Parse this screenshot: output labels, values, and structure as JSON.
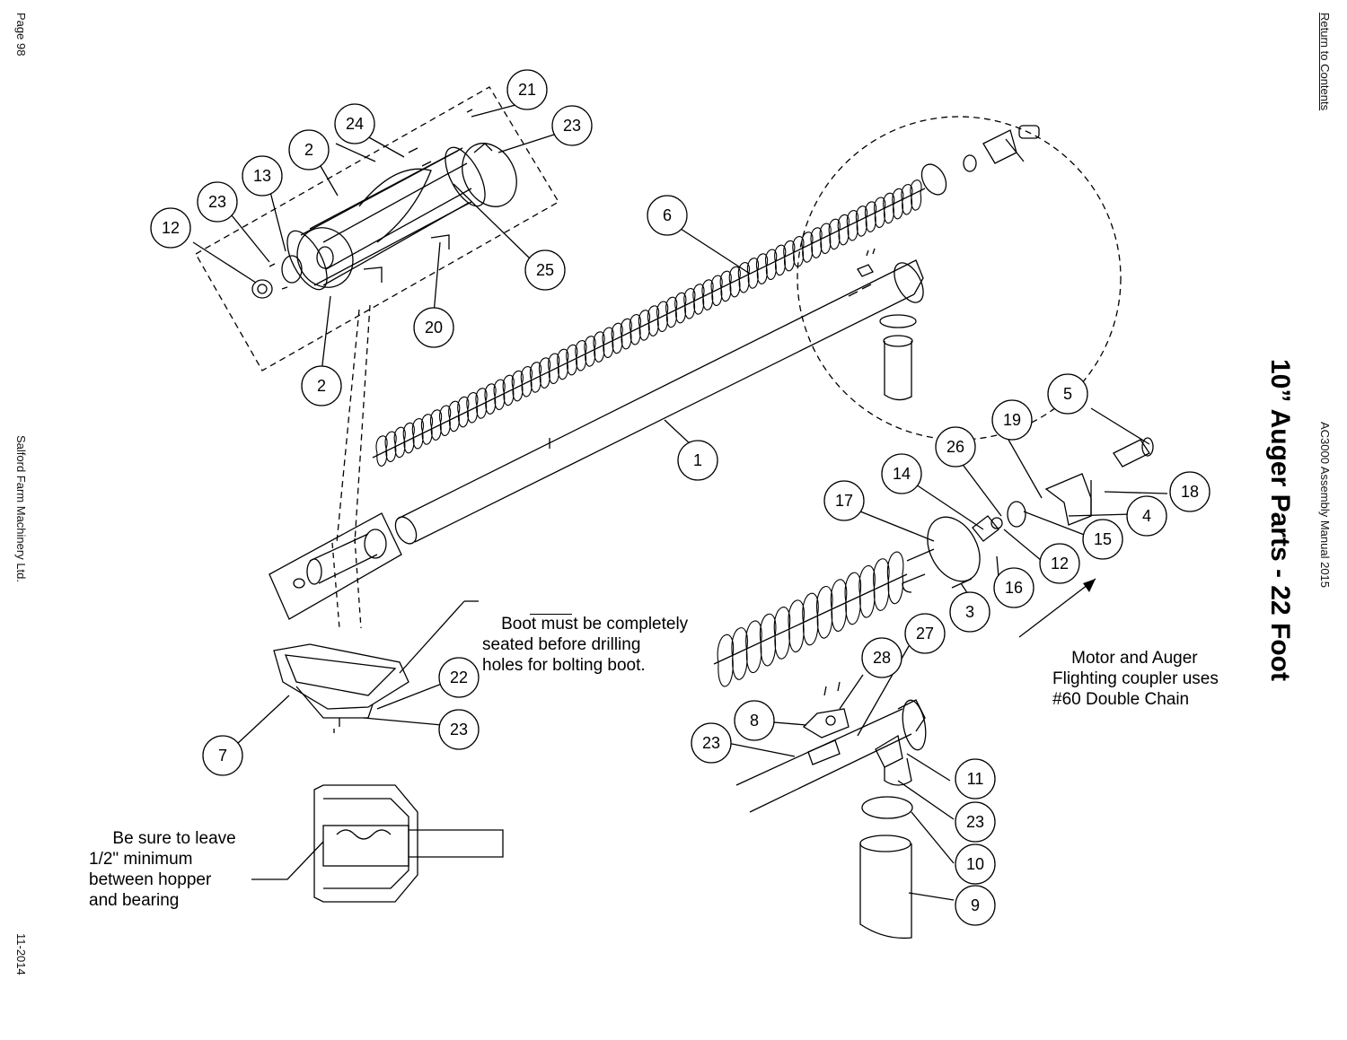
{
  "page": {
    "page_number": "Page 98",
    "company": "Salford Farm Machinery Ltd.",
    "date": "11-2014",
    "return_link": "Return to Contents",
    "manual": "AC3000 Assembly Manual 2015",
    "title": "10” Auger Parts - 22 Foot"
  },
  "notes": {
    "boot": "Boot must be completely\nseated before drilling\nholes for bolting boot.",
    "boot_underlined_word": "must",
    "hopper": " Be sure to leave\n1/2\" minimum\nbetween hopper\nand bearing",
    "motor": "Motor and Auger\nFlighting coupler uses\n#60 Double Chain"
  },
  "callouts": [
    "21",
    "24",
    "23",
    "2",
    "13",
    "23",
    "12",
    "25",
    "20",
    "2",
    "6",
    "1",
    "5",
    "19",
    "26",
    "14",
    "17",
    "18",
    "4",
    "15",
    "12",
    "16",
    "3",
    "28",
    "27",
    "8",
    "23",
    "11",
    "23",
    "10",
    "9",
    "22",
    "23",
    "7"
  ]
}
